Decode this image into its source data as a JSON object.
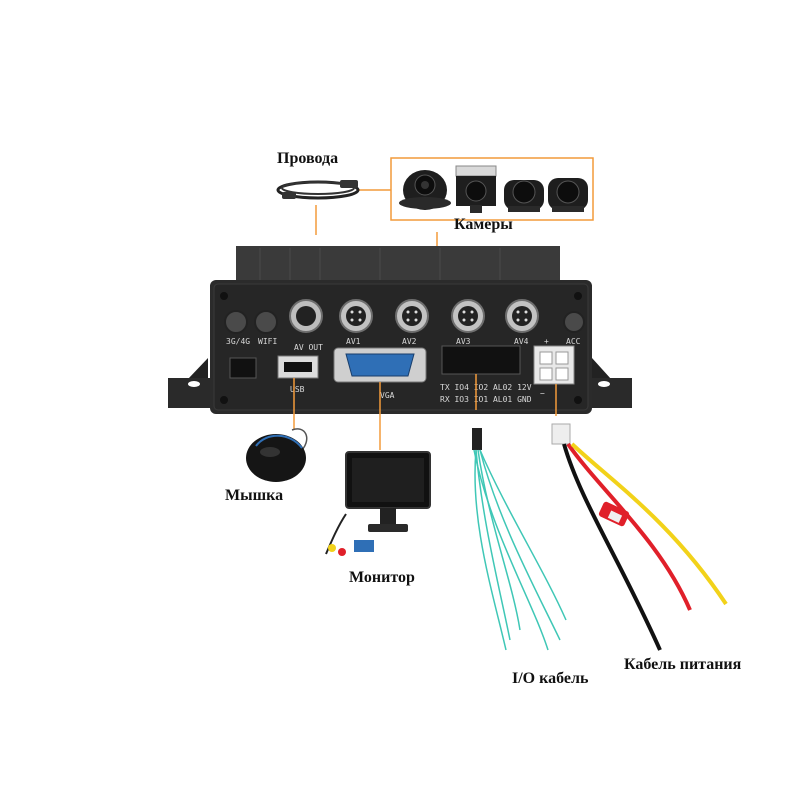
{
  "colors": {
    "accent": "#f29a3a",
    "device_body": "#2b2b2b",
    "io_wire": "#3fc7b6",
    "power_red": "#e0202a",
    "power_yellow": "#f2d21a"
  },
  "callouts": {
    "wires": "Провода",
    "cameras": "Камеры",
    "mouse": "Мышка",
    "monitor": "Монитор",
    "io_cable": "I/O кабель",
    "power_cable": "Кабель питания"
  },
  "ports": {
    "av_inputs": [
      "AV1",
      "AV2",
      "AV3",
      "AV4"
    ],
    "av_out": "AV OUT",
    "net_3g4g": "3G/4G",
    "wifi": "WIFI",
    "usb": "USB",
    "vga": "VGA",
    "acc": "ACC",
    "plus": "+",
    "minus": "−",
    "io_row1": "TX IO4 IO2 AL02 12V",
    "io_row2": "RX IO3 IO1 AL01 GND"
  },
  "icons": [
    "wire-coil-icon",
    "dome-camera-icon",
    "box-camera-icon",
    "side-camera-icon",
    "mouse-icon",
    "monitor-icon"
  ]
}
